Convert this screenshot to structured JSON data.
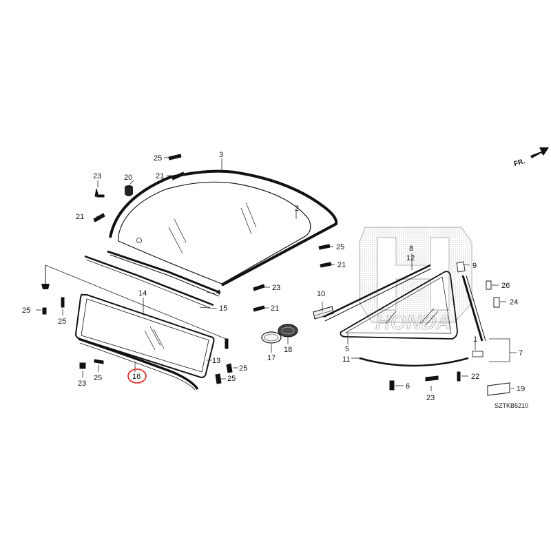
{
  "diagram": {
    "direction_label": "FR.",
    "diagram_code": "SZTKB5210",
    "watermark_text": "HONDA",
    "highlighted_callout": "16",
    "callouts": [
      {
        "id": "c3",
        "text": "3"
      },
      {
        "id": "c2",
        "text": "2"
      },
      {
        "id": "c25a",
        "text": "25"
      },
      {
        "id": "c21a",
        "text": "21"
      },
      {
        "id": "c23a",
        "text": "23"
      },
      {
        "id": "c20",
        "text": "20"
      },
      {
        "id": "c21b",
        "text": "21"
      },
      {
        "id": "c4",
        "text": "4"
      },
      {
        "id": "c15",
        "text": "15"
      },
      {
        "id": "c14",
        "text": "14"
      },
      {
        "id": "c25b",
        "text": "25"
      },
      {
        "id": "c25c",
        "text": "25"
      },
      {
        "id": "c13",
        "text": "13"
      },
      {
        "id": "c25d",
        "text": "25"
      },
      {
        "id": "c25e",
        "text": "25"
      },
      {
        "id": "c23b",
        "text": "23"
      },
      {
        "id": "c25f",
        "text": "25"
      },
      {
        "id": "c16",
        "text": "16"
      },
      {
        "id": "c25g",
        "text": "25"
      },
      {
        "id": "c21c",
        "text": "21"
      },
      {
        "id": "c23c",
        "text": "23"
      },
      {
        "id": "c21d",
        "text": "21"
      },
      {
        "id": "c17",
        "text": "17"
      },
      {
        "id": "c18",
        "text": "18"
      },
      {
        "id": "c10",
        "text": "10"
      },
      {
        "id": "c8",
        "text": "8"
      },
      {
        "id": "c12",
        "text": "12"
      },
      {
        "id": "c9",
        "text": "9"
      },
      {
        "id": "c26",
        "text": "26"
      },
      {
        "id": "c24",
        "text": "24"
      },
      {
        "id": "c5",
        "text": "5"
      },
      {
        "id": "c11",
        "text": "11"
      },
      {
        "id": "c1",
        "text": "1"
      },
      {
        "id": "c7",
        "text": "7"
      },
      {
        "id": "c6",
        "text": "6"
      },
      {
        "id": "c22",
        "text": "22"
      },
      {
        "id": "c23d",
        "text": "23"
      },
      {
        "id": "c19",
        "text": "19"
      }
    ]
  }
}
